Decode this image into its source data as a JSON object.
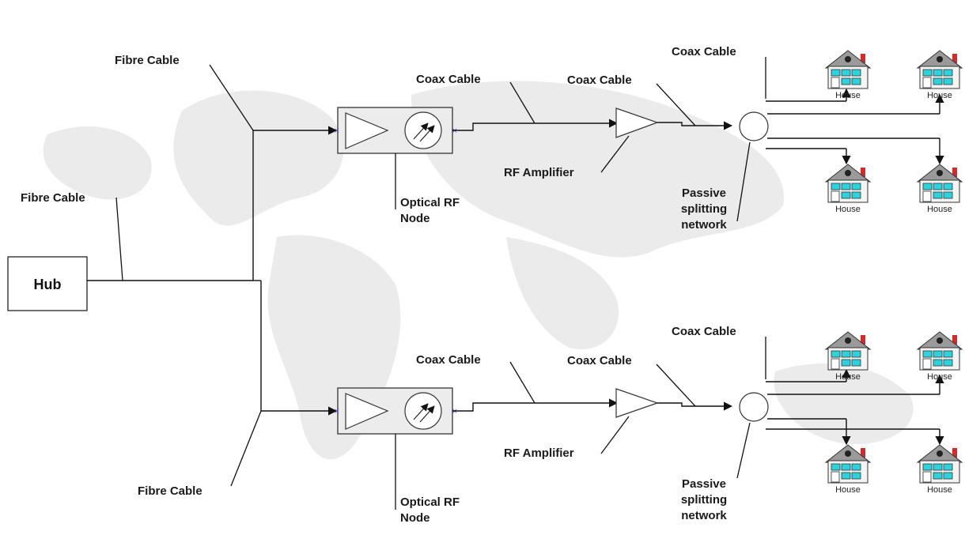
{
  "hub": {
    "label": "Hub"
  },
  "labels": {
    "fibre_cable": "Fibre Cable",
    "coax_cable": "Coax Cable",
    "rf_amplifier": "RF Amplifier",
    "optical_node_line1": "Optical RF",
    "optical_node_line2": "Node",
    "splitter_line1": "Passive",
    "splitter_line2": "splitting",
    "splitter_line3": "network",
    "house": "House"
  },
  "colors": {
    "line": "#111111",
    "node_fill": "#ececec",
    "window": "#2ad4de",
    "chimney": "#d62a2a",
    "roof": "#9a9a9a",
    "map": "#e6e6e6",
    "port_marker": "#4a4ad8"
  },
  "icons": [
    "amplifier-triangle-icon",
    "photodiode-icon",
    "splitter-circle-icon",
    "house-icon"
  ],
  "background": "world-map-watermark"
}
